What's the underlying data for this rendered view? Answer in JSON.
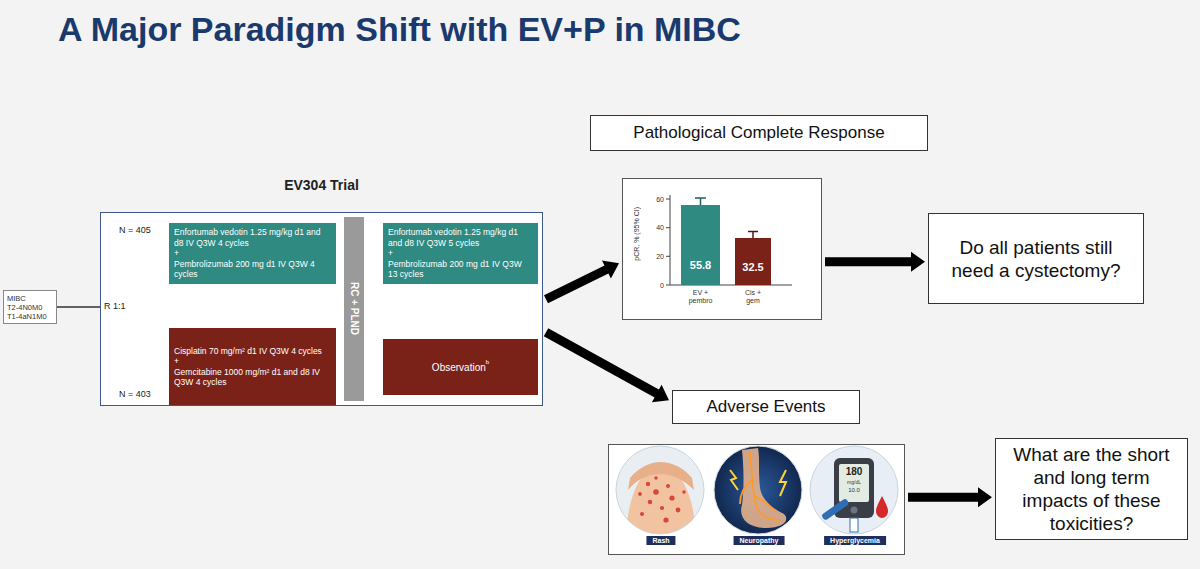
{
  "diagram": {
    "title": "A Major Paradigm Shift with EV+P in MIBC",
    "nodes": [
      {
        "text": [
          "MIBC",
          "T2-4N0M0",
          "T1-4aN1M0"
        ]
      },
      {
        "text": [
          "EV304 Trial"
        ]
      },
      {
        "text": [
          "Enfortumab vedotin 1.25 mg/kg d1 and d8 IV Q3W 4 cycles",
          "+",
          "Pembrolizumab 200 mg d1 IV Q3W 4 cycles"
        ],
        "in": 1
      },
      {
        "text": [
          "Cisplatin 70 mg/m² d1 IV Q3W 4 cycles",
          "+",
          "Gemcitabine 1000 mg/m² d1 and d8 IV Q3W 4 cycles"
        ],
        "in": 1
      },
      {
        "text": [
          "RC + PLND"
        ],
        "in": 1
      },
      {
        "text": [
          "Enfortumab vedotin 1.25 mg/kg d1 and d8 IV Q3W 5 cycles",
          "+",
          "Pembrolizumab 200 mg d1 IV Q3W 13 cycles"
        ],
        "in": 1
      },
      {
        "text": [
          "Observation",
          "b"
        ],
        "in": 1
      },
      {
        "text": [
          "Pathological Complete Response"
        ]
      },
      {
        "text": [
          "pCR, % (95% CI)"
        ]
      },
      {
        "text": [
          "55.8"
        ],
        "in": 8
      },
      {
        "text": [
          "32.5"
        ],
        "in": 8
      },
      {
        "text": [
          "Do all patients still need a cystectomy?"
        ]
      },
      {
        "text": [
          "Adverse Events"
        ]
      },
      {
        "text": [
          "Rash",
          "Neuropathy",
          "Hyperglycemia"
        ]
      },
      {
        "text": [
          "What are the short and long term impacts of these toxicities?"
        ]
      }
    ],
    "edges": [
      {
        "from": 0,
        "to": 2,
        "arrow": "to"
      },
      {
        "from": 0,
        "to": 3,
        "arrow": "to"
      },
      {
        "from": 4,
        "to": 5,
        "arrow": "to"
      },
      {
        "from": 4,
        "to": 6,
        "arrow": "to"
      },
      {
        "from": 1,
        "to": 8,
        "arrow": "to"
      },
      {
        "from": 1,
        "to": 12,
        "arrow": "to"
      },
      {
        "from": 8,
        "to": 11,
        "arrow": "to"
      },
      {
        "from": 13,
        "to": 14,
        "arrow": "to"
      }
    ],
    "labels": [
      "R 1:1",
      "N = 405",
      "N = 403",
      "60",
      "40",
      "20",
      "0",
      "EV + pembro",
      "Cis + gem",
      "180",
      "mg/dL",
      "10.0"
    ]
  }
}
